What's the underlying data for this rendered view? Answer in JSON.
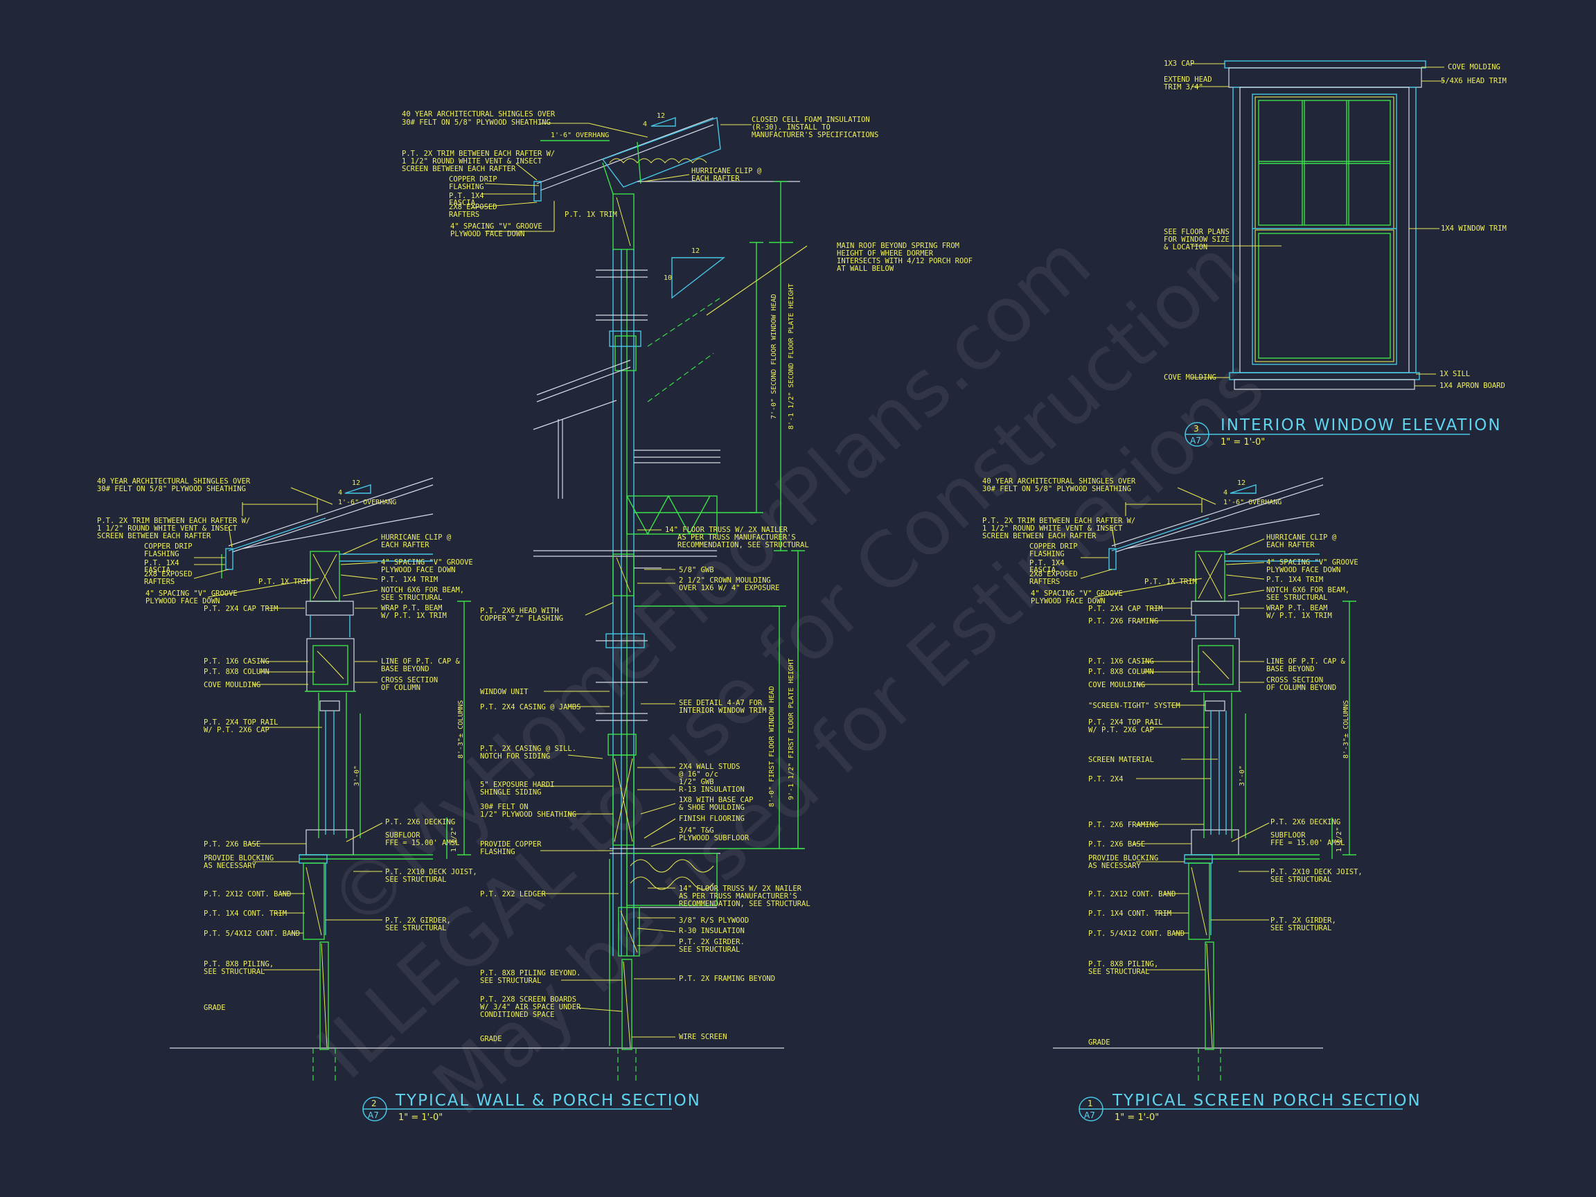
{
  "watermark": {
    "line1": "©MyHomeFloorPlans.com",
    "line2": "ILLEGAL to use for Construction",
    "line3": "May be used for Estimations"
  },
  "titles": {
    "wall": {
      "num": "2",
      "sheet": "A7",
      "title": "TYPICAL WALL & PORCH SECTION",
      "scale": "1\" = 1'-0\""
    },
    "porch": {
      "num": "1",
      "sheet": "A7",
      "title": "TYPICAL SCREEN PORCH SECTION",
      "scale": "1\" = 1'-0\""
    },
    "window": {
      "num": "3",
      "sheet": "A7",
      "title": "INTERIOR WINDOW ELEVATION",
      "scale": "1\" = 1'-0\""
    }
  },
  "pitch": {
    "rise": "4",
    "run": "12",
    "rise_main": "10"
  },
  "overhang": "1'-6\" OVERHANG",
  "dims": {
    "second_window": "7'-0\" SECOND FLOOR WINDOW HEAD",
    "second_plate": "8'-1 1/2\" SECOND FLOOR PLATE HEIGHT",
    "first_window": "8'-0\" FIRST FLOOR WINDOW HEAD",
    "first_plate": "9'-1 1/2\" FIRST FLOOR PLATE HEIGHT",
    "columns": "8'-3\"± COLUMNS",
    "rail": "3'-0\"",
    "step": "1 1/2\""
  },
  "grade": "GRADE",
  "window_labels": {
    "left": [
      "1X3 CAP",
      "EXTEND HEAD",
      "TRIM 3/4\"",
      "SEE FLOOR PLANS",
      "FOR WINDOW SIZE",
      "& LOCATION",
      "COVE MOLDING"
    ],
    "right": [
      "COVE MOLDING",
      "5/4X6 HEAD TRIM",
      "1X4 WINDOW TRIM",
      "1X SILL",
      "1X4 APRON BOARD"
    ]
  },
  "center_left": [
    "40 YEAR ARCHITECTURAL SHINGLES OVER",
    "30# FELT ON 5/8\" PLYWOOD SHEATHING",
    "P.T. 2X TRIM BETWEEN EACH RAFTER W/",
    "1 1/2\" ROUND WHITE VENT & INSECT",
    "SCREEN BETWEEN EACH RAFTER",
    "COPPER DRIP",
    "FLASHING",
    "P.T. 1X4",
    "FASCIA",
    "2X8 EXPOSED",
    "RAFTERS",
    "4\" SPACING \"V\" GROOVE",
    "PLYWOOD FACE DOWN",
    "P.T. 1X TRIM",
    "P.T. 2X6 HEAD WITH",
    "COPPER \"Z\" FLASHING",
    "WINDOW UNIT",
    "P.T. 2X4 CASING @ JAMBS",
    "P.T. 2X CASING @ SILL.",
    "NOTCH FOR SIDING",
    "5\" EXPOSURE HARDI",
    "SHINGLE SIDING",
    "30# FELT ON",
    "1/2\" PLYWOOD SHEATHING",
    "PROVIDE COPPER",
    "FLASHING",
    "P.T. 2X2 LEDGER",
    "P.T. 8X8 PILING BEYOND.",
    "SEE STRUCTURAL",
    "P.T. 2X8 SCREEN BOARDS",
    "W/ 3/4\" AIR SPACE UNDER",
    "CONDITIONED SPACE"
  ],
  "center_right": [
    "CLOSED CELL FOAM INSULATION",
    "(R-30). INSTALL TO",
    "MANUFACTURER'S SPECIFICATIONS",
    "HURRICANE CLIP @",
    "EACH RAFTER",
    "MAIN ROOF BEYOND SPRING FROM",
    "HEIGHT OF WHERE DORMER",
    "INTERSECTS WITH 4/12 PORCH ROOF",
    "AT WALL BELOW",
    "14\" FLOOR TRUSS W/ 2X NAILER",
    "AS PER TRUSS MANUFACTURER'S",
    "RECOMMENDATION, SEE STRUCTURAL",
    "5/8\" GWB",
    "2 1/2\" CROWN MOULDING",
    "OVER 1X6 W/ 4\" EXPOSURE",
    "SEE DETAIL 4-A7 FOR",
    "INTERIOR WINDOW TRIM",
    "2X4 WALL STUDS",
    "@ 16\" o/c",
    "1/2\" GWB",
    "R-13 INSULATION",
    "1X8 WITH BASE CAP",
    "& SHOE MOULDING",
    "FINISH FLOORING",
    "3/4\" T&G",
    "PLYWOOD SUBFLOOR",
    "14\" FLOOR TRUSS W/ 2X NAILER",
    "AS PER TRUSS MANUFACTURER'S",
    "RECOMMENDATION, SEE STRUCTURAL",
    "3/8\" R/S PLYWOOD",
    "R-30 INSULATION",
    "P.T. 2X GIRDER.",
    "SEE STRUCTURAL",
    "P.T. 2X FRAMING BEYOND",
    "WIRE SCREEN"
  ],
  "porch_left": [
    "40 YEAR ARCHITECTURAL SHINGLES OVER",
    "30# FELT ON 5/8\" PLYWOOD SHEATHING",
    "P.T. 2X TRIM BETWEEN EACH RAFTER W/",
    "1 1/2\" ROUND WHITE VENT & INSECT",
    "SCREEN BETWEEN EACH RAFTER",
    "COPPER DRIP",
    "FLASHING",
    "P.T. 1X4",
    "FASCIA",
    "2X8 EXPOSED",
    "RAFTERS",
    "4\" SPACING \"V\" GROOVE",
    "PLYWOOD FACE DOWN",
    "P.T. 1X TRIM",
    "P.T. 2X4 CAP TRIM",
    "P.T. 1X6 CASING",
    "P.T. 8X8 COLUMN",
    "COVE MOULDING",
    "P.T. 2X4 TOP RAIL",
    "W/ P.T. 2X6 CAP",
    "P.T. 2X6 BASE",
    "PROVIDE BLOCKING",
    "AS NECESSARY",
    "P.T. 2X12 CONT. BAND",
    "P.T. 1X4 CONT. TRIM",
    "P.T. 5/4X12 CONT. BAND",
    "P.T. 8X8 PILING,",
    "SEE STRUCTURAL"
  ],
  "porch_right": [
    "HURRICANE CLIP @",
    "EACH RAFTER",
    "4\" SPACING \"V\" GROOVE",
    "PLYWOOD FACE DOWN",
    "P.T. 1X4 TRIM",
    "NOTCH 6X6 FOR BEAM,",
    "SEE STRUCTURAL",
    "WRAP P.T. BEAM",
    "W/ P.T. 1X TRIM",
    "LINE OF P.T. CAP &",
    "BASE BEYOND",
    "CROSS SECTION",
    "OF COLUMN",
    "P.T. 2X6 DECKING",
    "SUBFLOOR",
    "FFE = 15.00' AMSL",
    "P.T. 2X10 DECK JOIST,",
    "SEE STRUCTURAL",
    "P.T. 2X GIRDER,",
    "SEE STRUCTURAL"
  ],
  "screen_extra": [
    "P.T. 2X6 FRAMING",
    "\"SCREEN-TIGHT\" SYSTEM",
    "SCREEN MATERIAL",
    "P.T. 2X4",
    "P.T. 2X6 FRAMING",
    "OF COLUMN BEYOND"
  ]
}
